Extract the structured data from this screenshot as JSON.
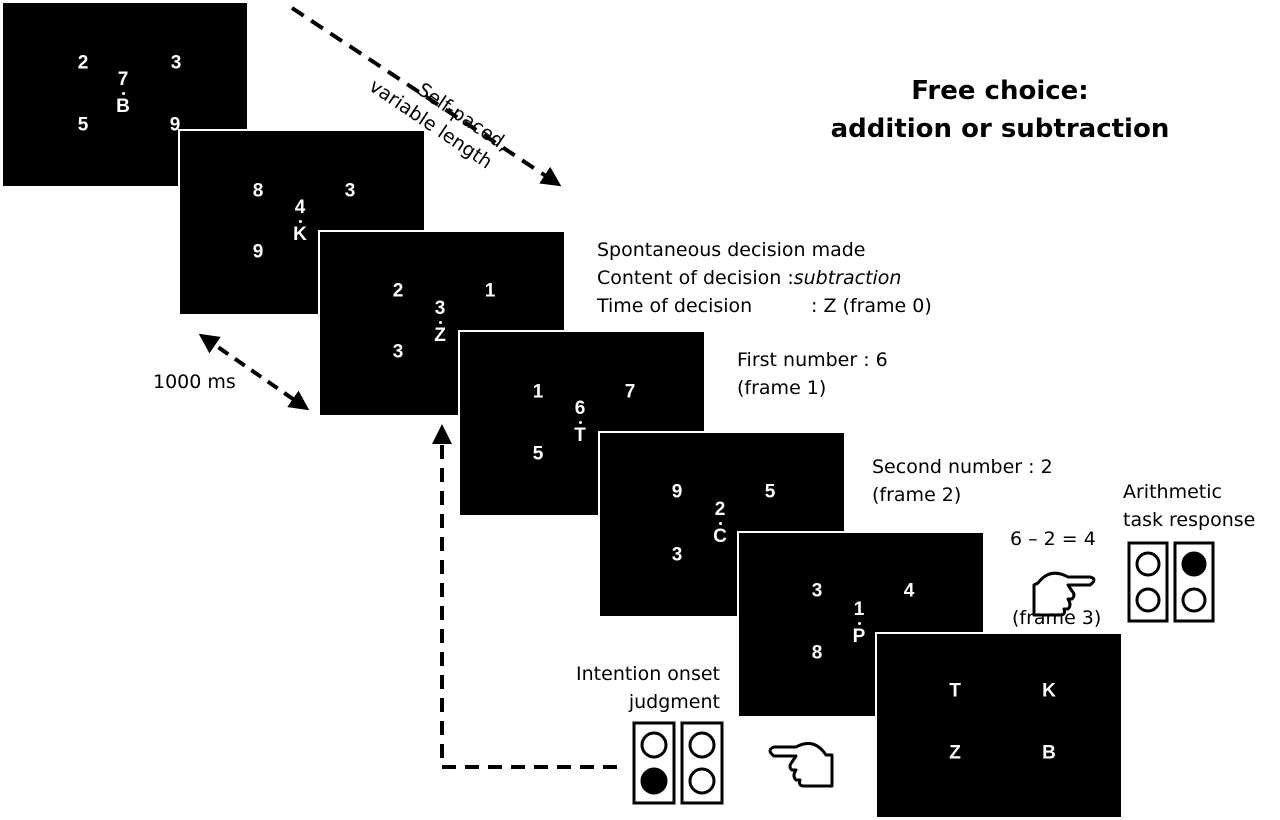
{
  "title": {
    "line1": "Free choice:",
    "line2": "addition or subtraction"
  },
  "arrows": {
    "self_paced_line1": "Self-paced,",
    "self_paced_line2": "variable length",
    "interval": "1000 ms"
  },
  "frames": [
    {
      "tl": "2",
      "tr": "3",
      "bl": "5",
      "br": "9",
      "center_number": "7",
      "center_letter": "B"
    },
    {
      "tl": "8",
      "tr": "3",
      "bl": "9",
      "br": "",
      "center_number": "4",
      "center_letter": "K"
    },
    {
      "tl": "2",
      "tr": "1",
      "bl": "3",
      "br": "",
      "center_number": "3",
      "center_letter": "Z"
    },
    {
      "tl": "1",
      "tr": "7",
      "bl": "5",
      "br": "",
      "center_number": "6",
      "center_letter": "T"
    },
    {
      "tl": "9",
      "tr": "5",
      "bl": "3",
      "br": "",
      "center_number": "2",
      "center_letter": "C"
    },
    {
      "tl": "3",
      "tr": "4",
      "bl": "8",
      "br": "",
      "center_number": "1",
      "center_letter": "P"
    }
  ],
  "final_frame": {
    "tl": "T",
    "tr": "K",
    "bl": "Z",
    "br": "B"
  },
  "annotations": {
    "decision_line1": "Spontaneous decision made",
    "decision_line2_label": "Content of decision :",
    "decision_line2_value": "subtraction",
    "decision_line3_label": "Time of decision",
    "decision_line3_value": ": Z (frame 0)",
    "first_number_line1": "First number : 6",
    "first_number_line2": "(frame 1)",
    "second_number_line1": "Second number : 2",
    "second_number_line2": "(frame 2)",
    "equation": "6 – 2 = 4",
    "frame3": "(frame 3)",
    "arithmetic_line1": "Arithmetic",
    "arithmetic_line2": "task response",
    "intention_line1": "Intention onset",
    "intention_line2": "judgment"
  },
  "response_boxes": {
    "arithmetic": {
      "left_top": false,
      "left_bottom": false,
      "right_top": true,
      "right_bottom": false
    },
    "intention": {
      "left_top": false,
      "left_bottom": true,
      "right_top": false,
      "right_bottom": false
    }
  }
}
